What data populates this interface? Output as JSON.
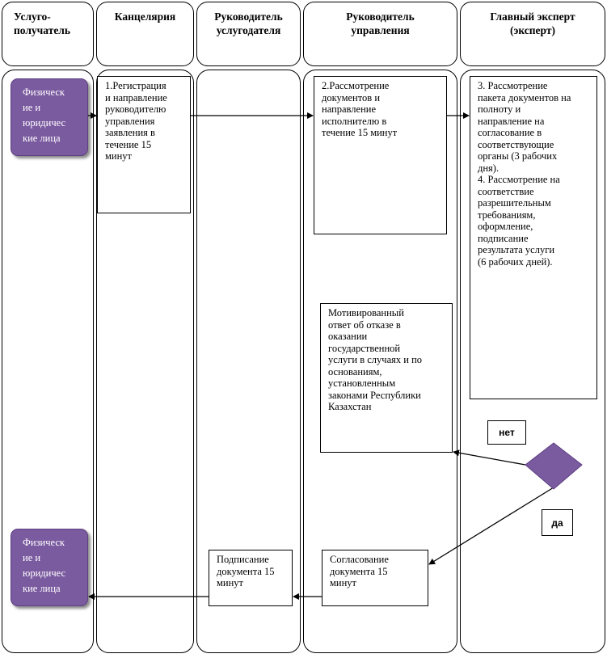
{
  "columns": [
    {
      "title": "Услуго-\nполучатель"
    },
    {
      "title": "Канцелярия"
    },
    {
      "title": "Руководитель\nуслугодателя"
    },
    {
      "title": "Руководитель\nуправления"
    },
    {
      "title": "Главный эксперт\n(эксперт)"
    }
  ],
  "actors": {
    "top": "Физическ\nие и\nюридичес\nкие лица",
    "bottom": "Физическ\nие и\nюридичес\nкие лица"
  },
  "steps": {
    "step1": "1.Регистрация\nи направление\nруководителю\nуправления\nзаявления в\nтечение 15\nминут",
    "step2": "2.Рассмотрение\nдокументов и\nнаправление\nисполнителю в\nтечение 15 минут",
    "step3": "3. Рассмотрение\nпакета документов на\nполноту и\nнаправление на\nсогласование в\nсоответствующие\nорганы (3 рабочих\nдня).\n4. Рассмотрение на\nсоответствие\nразрешительным\nтребованиям,\nоформление,\nподписание\nрезультата услуги\n(6 рабочих дней).",
    "refusal": "Мотивированный\nответ об отказе в\nоказании\nгосударственной\nуслуги в случаях и по\nоснованиям,\nустановленным\nзаконами Республики\nКазахстан",
    "approval": "Согласование\nдокумента 15\nминут",
    "signing": "Подписание\nдокумента 15\nминут"
  },
  "decision": {
    "no_label": "нет",
    "yes_label": "да"
  },
  "colors": {
    "actor_fill": "#7b5ba0",
    "line": "#000000"
  }
}
